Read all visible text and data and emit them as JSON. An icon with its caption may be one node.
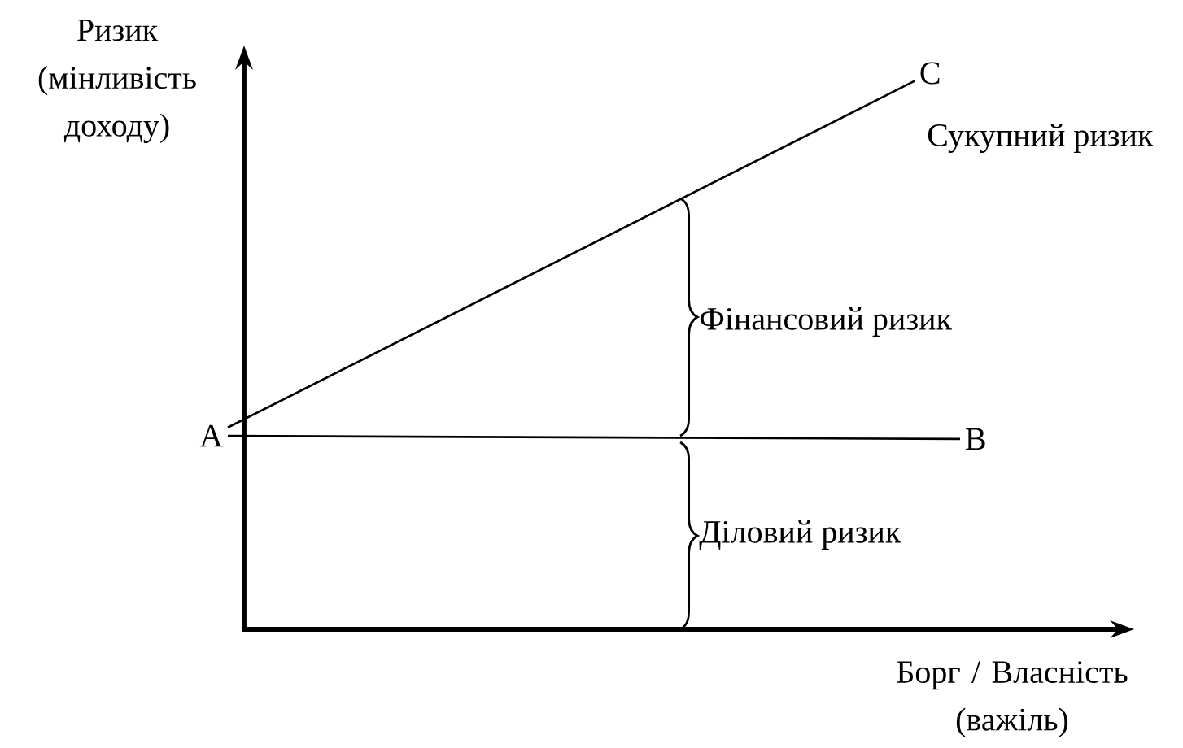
{
  "diagram": {
    "nodes": [
      {
        "text": [
          "A"
        ]
      },
      {
        "text": [
          "B"
        ]
      },
      {
        "text": [
          "C"
        ]
      }
    ],
    "edges": [
      {
        "from": 0,
        "to": 1,
        "arrow": "none"
      },
      {
        "from": 0,
        "to": 2,
        "arrow": "none"
      }
    ],
    "labels": [
      "Ризик (мінливість доходу)",
      "Сукупний ризик",
      "Фінансовий ризик",
      "Діловий ризик",
      "Борг / Власність (важіль)"
    ]
  }
}
